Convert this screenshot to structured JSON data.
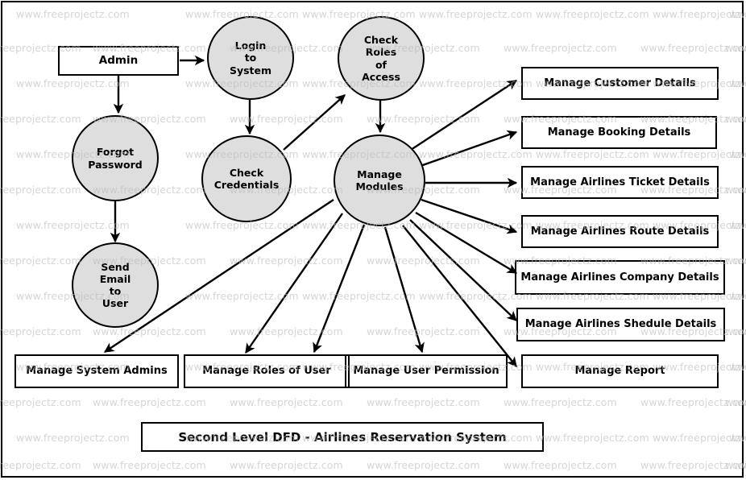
{
  "diagram": {
    "title": "Second Level DFD - Airlines Reservation System",
    "watermark_text": "www.freeprojectz.com",
    "colors": {
      "process_fill": "#dedede",
      "stroke": "#000000",
      "background": "#ffffff",
      "watermark": "#b9bcbf"
    },
    "entities": [
      {
        "id": "admin",
        "label": "Admin"
      }
    ],
    "processes": [
      {
        "id": "login_to_system",
        "label": "Login\nto\nSystem"
      },
      {
        "id": "check_roles_of_access",
        "label": "Check\nRoles\nof\nAccess"
      },
      {
        "id": "forgot_password",
        "label": "Forgot\nPassword"
      },
      {
        "id": "check_credentials",
        "label": "Check\nCredentials"
      },
      {
        "id": "manage_modules",
        "label": "Manage\nModules"
      },
      {
        "id": "send_email_to_user",
        "label": "Send\nEmail\nto\nUser"
      }
    ],
    "right_boxes": [
      {
        "id": "manage_customer_details",
        "label": "Manage Customer Details"
      },
      {
        "id": "manage_booking_details",
        "label": "Manage Booking Details"
      },
      {
        "id": "manage_airlines_ticket_details",
        "label": "Manage Airlines Ticket Details"
      },
      {
        "id": "manage_airlines_route_details",
        "label": "Manage Airlines Route Details"
      },
      {
        "id": "manage_airlines_company_details",
        "label": "Manage Airlines Company Details"
      },
      {
        "id": "manage_airlines_shedule_details",
        "label": "Manage Airlines Shedule Details"
      },
      {
        "id": "manage_report",
        "label": "Manage Report"
      }
    ],
    "bottom_boxes": [
      {
        "id": "manage_system_admins",
        "label": "Manage System Admins"
      },
      {
        "id": "manage_roles_of_user",
        "label": "Manage Roles of User"
      },
      {
        "id": "manage_user_permission",
        "label": "Manage User Permission"
      }
    ],
    "flows": [
      {
        "from": "admin",
        "to": "login_to_system"
      },
      {
        "from": "admin",
        "to": "forgot_password"
      },
      {
        "from": "login_to_system",
        "to": "check_credentials"
      },
      {
        "from": "forgot_password",
        "to": "send_email_to_user"
      },
      {
        "from": "check_credentials",
        "to": "check_roles_of_access"
      },
      {
        "from": "check_roles_of_access",
        "to": "manage_modules"
      },
      {
        "from": "manage_modules",
        "to": "manage_customer_details"
      },
      {
        "from": "manage_modules",
        "to": "manage_booking_details"
      },
      {
        "from": "manage_modules",
        "to": "manage_airlines_ticket_details"
      },
      {
        "from": "manage_modules",
        "to": "manage_airlines_route_details"
      },
      {
        "from": "manage_modules",
        "to": "manage_airlines_company_details"
      },
      {
        "from": "manage_modules",
        "to": "manage_airlines_shedule_details"
      },
      {
        "from": "manage_modules",
        "to": "manage_report"
      },
      {
        "from": "manage_modules",
        "to": "manage_system_admins"
      },
      {
        "from": "manage_modules",
        "to": "manage_roles_of_user"
      },
      {
        "from": "manage_modules",
        "to": "manage_user_permission"
      }
    ]
  }
}
